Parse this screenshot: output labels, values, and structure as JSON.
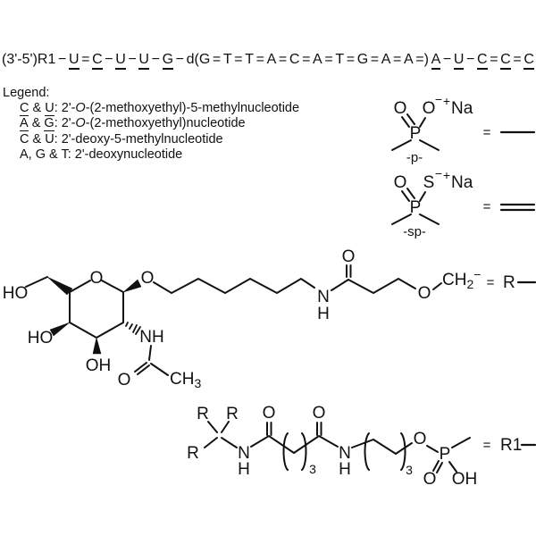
{
  "colors": {
    "ink": "#111111",
    "background": "#ffffff"
  },
  "sequence": {
    "tokens": [
      {
        "t": "(3'-5')R1"
      },
      {
        "t": "−"
      },
      {
        "t": "U",
        "u": true
      },
      {
        "t": "="
      },
      {
        "t": "C",
        "u": true
      },
      {
        "t": "−"
      },
      {
        "t": "U",
        "u": true
      },
      {
        "t": "−"
      },
      {
        "t": "U",
        "u": true
      },
      {
        "t": "−"
      },
      {
        "t": "G",
        "u": true
      },
      {
        "t": "−"
      },
      {
        "t": "d(G"
      },
      {
        "t": "="
      },
      {
        "t": "T"
      },
      {
        "t": "="
      },
      {
        "t": "T"
      },
      {
        "t": "="
      },
      {
        "t": "A"
      },
      {
        "t": "="
      },
      {
        "t": "C"
      },
      {
        "t": "="
      },
      {
        "t": "A"
      },
      {
        "t": "="
      },
      {
        "t": "T"
      },
      {
        "t": "="
      },
      {
        "t": "G"
      },
      {
        "t": "="
      },
      {
        "t": "A"
      },
      {
        "t": "="
      },
      {
        "t": "A"
      },
      {
        "t": "=)"
      },
      {
        "t": "A",
        "u": true
      },
      {
        "t": "−"
      },
      {
        "t": "U",
        "u": true
      },
      {
        "t": "−"
      },
      {
        "t": "C",
        "u": true
      },
      {
        "t": "="
      },
      {
        "t": "C",
        "u": true
      },
      {
        "t": "="
      },
      {
        "t": "C",
        "u": true
      }
    ]
  },
  "legend": {
    "title": "Legend:",
    "items": [
      {
        "parts": [
          "C",
          " & ",
          "U",
          ": 2'-",
          "O",
          "-(2-methoxyethyl)-5-methylnucleotide"
        ]
      },
      {
        "parts": [
          "A",
          " & ",
          "G",
          ": 2'-",
          "O",
          "-(2-methoxyethyl)nucleotide"
        ]
      },
      {
        "text": "C & U: 2'-deoxy-5-methylnucleotide"
      },
      {
        "text": "A, G & T: 2'-deoxynucleotide"
      }
    ]
  },
  "structures": {
    "phosphate": {
      "o_dbl": "O",
      "o_neg": "O",
      "neg": "−",
      "plus": "+",
      "na": "Na",
      "p": "P",
      "name": "-p-",
      "eq": "="
    },
    "thioate": {
      "o_dbl": "O",
      "s_neg": "S",
      "neg": "−",
      "plus": "+",
      "na": "Na",
      "p": "P",
      "name": "-sp-",
      "eq": "="
    },
    "galnac": {
      "ho_top": "HO",
      "ring_o": "O",
      "gly_o": "O",
      "ho_left": "HO",
      "oh_bottom": "OH",
      "nh": "NH",
      "acetyl_o": "O",
      "acetyl_ch": "CH",
      "acetyl_sub": "3",
      "amide_n": "N",
      "amide_h": "H",
      "amide_o": "O",
      "ether_o": "O",
      "ch": "CH",
      "ch_sub": "2",
      "ch_sup": "−",
      "eq": "=",
      "r": "R"
    },
    "r1_linker": {
      "r_a": "R",
      "r_b": "R",
      "r_c": "R",
      "n1": "N",
      "h1": "H",
      "o1": "O",
      "sub1": "3",
      "o2": "O",
      "n2": "N",
      "h2": "H",
      "sub2": "3",
      "ether_o": "O",
      "p": "P",
      "p_o": "O",
      "p_oh": "OH",
      "eq": "=",
      "r1": "R1"
    }
  }
}
